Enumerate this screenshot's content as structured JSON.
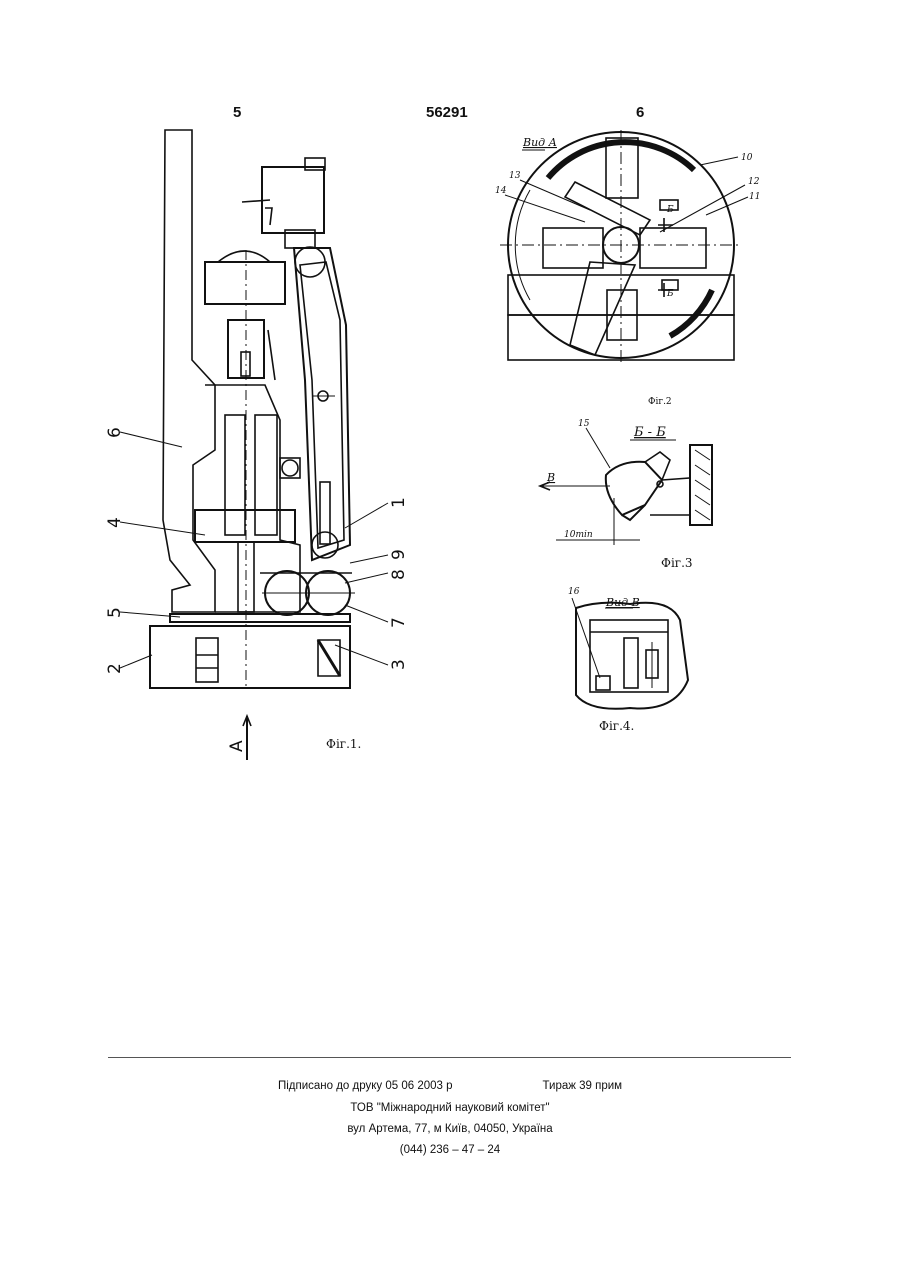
{
  "header": {
    "page_left": "5",
    "patent_number": "56291",
    "page_right": "6"
  },
  "fig1": {
    "caption": "Фіг.1.",
    "view_arrow_label": "А",
    "labels": {
      "l1": "1",
      "l2": "2",
      "l3": "3",
      "l4": "4",
      "l5": "5",
      "l6": "6",
      "l7": "7",
      "l8": "8",
      "l9": "9"
    }
  },
  "fig2": {
    "caption": "Фіг.2",
    "view_title": "Вид А",
    "labels": {
      "l10": "10",
      "l11": "11",
      "l12": "12",
      "l13": "13",
      "l14": "14"
    },
    "section_mark": "Б"
  },
  "fig3": {
    "caption": "Фіг.3",
    "section_title": "Б - Б",
    "view_mark": "В",
    "label15": "15",
    "dimension": "10min"
  },
  "fig4": {
    "caption": "Фіг.4.",
    "view_title": "Вид В",
    "label16": "16"
  },
  "imprint": {
    "signed": "Підписано до друку 05 06 2003 р",
    "circulation": "Тираж 39 прим",
    "publisher": "ТОВ \"Міжнародний науковий комітет\"",
    "address": "вул  Артема, 77, м  Київ, 04050, Україна",
    "phone": "(044) 236 – 47 – 24"
  }
}
